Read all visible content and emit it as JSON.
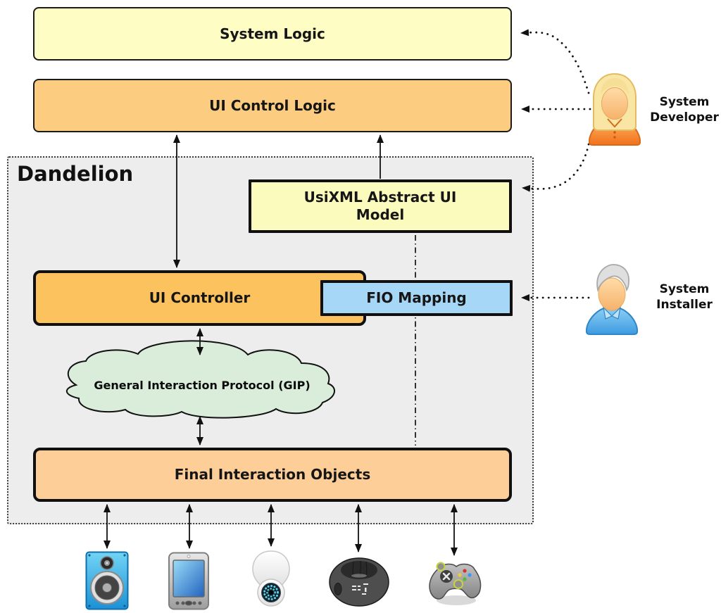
{
  "container": {
    "label": "Dandelion",
    "fill": "#EDEDEE"
  },
  "boxes": {
    "system_logic": {
      "label": "System Logic",
      "fill": "#FDFDC4"
    },
    "ui_control_logic": {
      "label": "UI Control Logic",
      "fill": "#FCCD80"
    },
    "usixml_model": {
      "label": "UsiXML Abstract UI Model",
      "fill": "#FBFBBE"
    },
    "ui_controller": {
      "label": "UI Controller",
      "fill": "#FCC25E"
    },
    "fio_mapping": {
      "label": "FIO Mapping",
      "fill": "#A6D7F7"
    },
    "gip_cloud": {
      "label": "General Interaction Protocol (GIP)",
      "fill": "#D9EDDA"
    },
    "final_interaction_objects": {
      "label": "Final Interaction Objects",
      "fill": "#FDCE97"
    }
  },
  "actors": {
    "developer": {
      "label": "System Developer"
    },
    "installer": {
      "label": "System Installer"
    }
  },
  "devices": [
    {
      "name": "speaker-icon"
    },
    {
      "name": "smartphone-icon"
    },
    {
      "name": "security-camera-icon"
    },
    {
      "name": "wristband-icon"
    },
    {
      "name": "game-controller-icon"
    }
  ]
}
